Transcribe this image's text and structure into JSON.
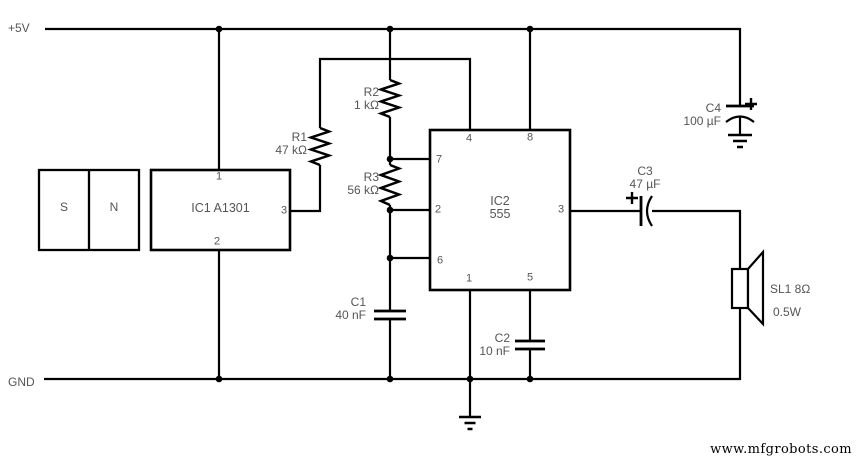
{
  "page": {
    "watermark": "www.mfgrobots.com"
  },
  "colors": {
    "wire": "#000000",
    "label": "#555555",
    "background": "#ffffff"
  },
  "rails": {
    "vcc": "+5V",
    "gnd": "GND"
  },
  "magnet": {
    "south": "S",
    "north": "N"
  },
  "components": {
    "ic1": {
      "label": "IC1 A1301",
      "pins": {
        "p1": "1",
        "p2": "2",
        "p3": "3"
      }
    },
    "ic2": {
      "ref": "IC2",
      "part": "555",
      "pins": {
        "p4": "4",
        "p8": "8",
        "p7": "7",
        "p2": "2",
        "p6": "6",
        "p1": "1",
        "p5": "5",
        "p3": "3"
      }
    },
    "r1": {
      "ref": "R1",
      "value": "47 kΩ"
    },
    "r2": {
      "ref": "R2",
      "value": "1 kΩ"
    },
    "r3": {
      "ref": "R3",
      "value": "56 kΩ"
    },
    "c1": {
      "ref": "C1",
      "value": "40 nF"
    },
    "c2": {
      "ref": "C2",
      "value": "10 nF"
    },
    "c3": {
      "ref": "C3",
      "value": "47 µF",
      "polarity": "+"
    },
    "c4": {
      "ref": "C4",
      "value": "100 µF",
      "polarity": "+"
    },
    "sl1": {
      "ref": "SL1 8Ω",
      "power": "0.5W"
    }
  }
}
